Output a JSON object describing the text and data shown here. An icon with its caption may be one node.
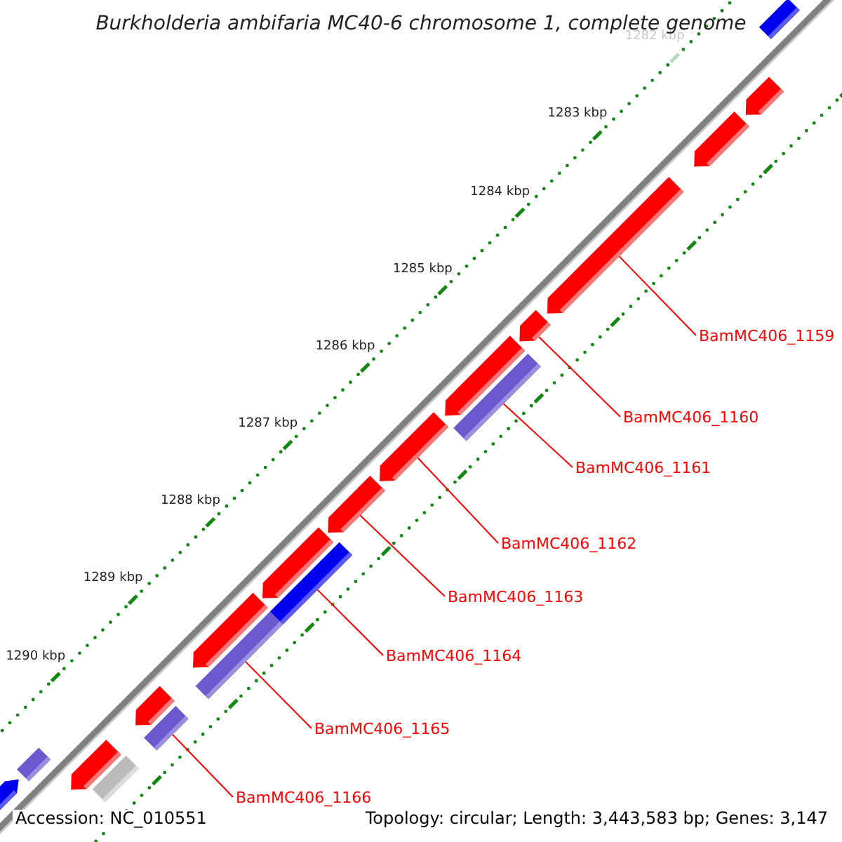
{
  "diagram": {
    "title": "Burkholderia ambifaria MC40-6 chromosome 1, complete genome",
    "nodes": [
      {
        "text": [
          "BamMC406_1159"
        ]
      },
      {
        "text": [
          "BamMC406_1160"
        ]
      },
      {
        "text": [
          "BamMC406_1161"
        ]
      },
      {
        "text": [
          "BamMC406_1162"
        ]
      },
      {
        "text": [
          "BamMC406_1163"
        ]
      },
      {
        "text": [
          "BamMC406_1164"
        ]
      },
      {
        "text": [
          "BamMC406_1165"
        ]
      },
      {
        "text": [
          "BamMC406_1166"
        ]
      },
      {
        "text": [],
        "shape": "bar"
      },
      {
        "text": [],
        "shape": "arrow"
      },
      {
        "text": [],
        "shape": "arrow"
      },
      {
        "text": [],
        "shape": "arrow"
      },
      {
        "text": [],
        "shape": "arrow"
      },
      {
        "text": [],
        "shape": "arrow"
      },
      {
        "text": [],
        "shape": "bar"
      },
      {
        "text": [],
        "shape": "arrow"
      },
      {
        "text": [],
        "shape": "arrow"
      },
      {
        "text": [],
        "shape": "arrow"
      },
      {
        "text": [],
        "shape": "bar"
      },
      {
        "text": [],
        "shape": "arrow"
      },
      {
        "text": [],
        "shape": "bar"
      },
      {
        "text": [],
        "shape": "arrow"
      },
      {
        "text": [],
        "shape": "bar"
      },
      {
        "text": [],
        "shape": "arrow"
      },
      {
        "text": [],
        "shape": "bar"
      },
      {
        "text": [],
        "shape": "bar"
      },
      {
        "text": [],
        "shape": "arrow"
      }
    ],
    "edges": [
      {
        "from": 0,
        "to": 11,
        "arrow": "none"
      },
      {
        "from": 1,
        "to": 12,
        "arrow": "none"
      },
      {
        "from": 2,
        "to": 14,
        "arrow": "none"
      },
      {
        "from": 3,
        "to": 15,
        "arrow": "none"
      },
      {
        "from": 4,
        "to": 16,
        "arrow": "none"
      },
      {
        "from": 5,
        "to": 18,
        "arrow": "none"
      },
      {
        "from": 6,
        "to": 20,
        "arrow": "none"
      },
      {
        "from": 7,
        "to": 22,
        "arrow": "none"
      }
    ],
    "labels": [
      "1282 kbp",
      "1283 kbp",
      "1284 kbp",
      "1285 kbp",
      "1286 kbp",
      "1287 kbp",
      "1288 kbp",
      "1289 kbp",
      "1290 kbp",
      "Accession: NC_010551",
      "Topology: circular; Length: 3,443,583 bp; Genes: 3,147"
    ]
  }
}
